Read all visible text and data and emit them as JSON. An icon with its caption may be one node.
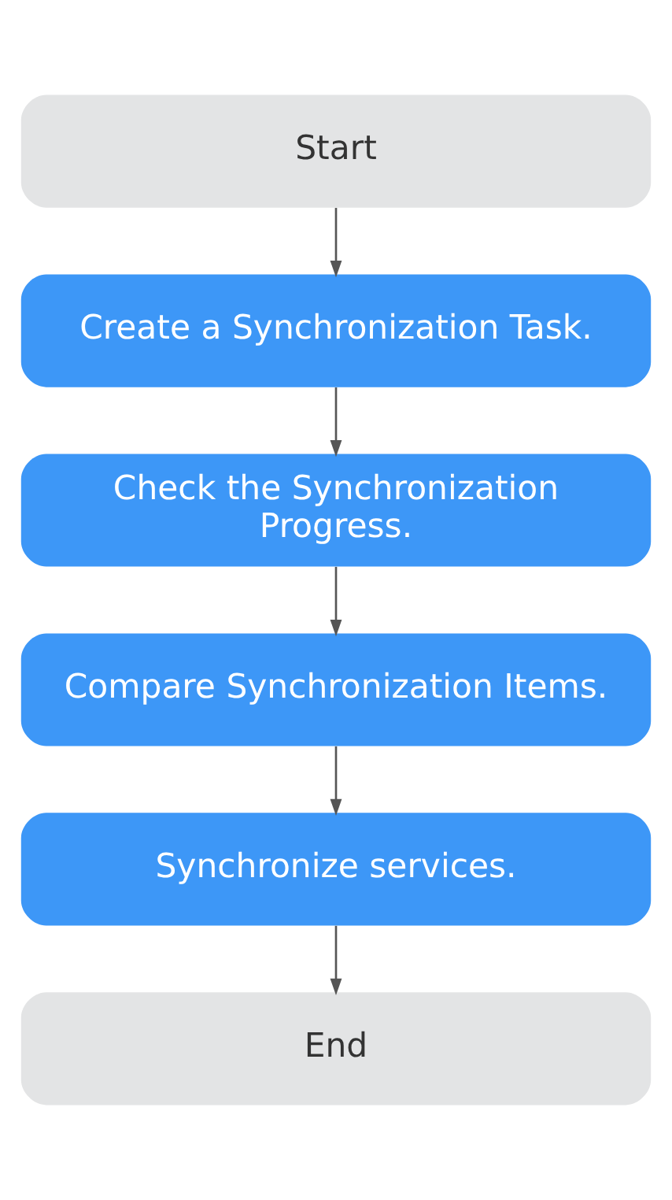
{
  "diagram": {
    "nodes": [
      {
        "text": [
          "Start"
        ]
      },
      {
        "text": [
          "Create a Synchronization Task."
        ]
      },
      {
        "text": [
          "Check the Synchronization Progress."
        ]
      },
      {
        "text": [
          "Compare Synchronization Items."
        ]
      },
      {
        "text": [
          "Synchronize services."
        ]
      },
      {
        "text": [
          "End"
        ]
      }
    ],
    "edges": [
      {
        "from": 0,
        "to": 1,
        "arrow": "to"
      },
      {
        "from": 1,
        "to": 2,
        "arrow": "to"
      },
      {
        "from": 2,
        "to": 3,
        "arrow": "to"
      },
      {
        "from": 3,
        "to": 4,
        "arrow": "to"
      },
      {
        "from": 4,
        "to": 5,
        "arrow": "to"
      }
    ]
  }
}
